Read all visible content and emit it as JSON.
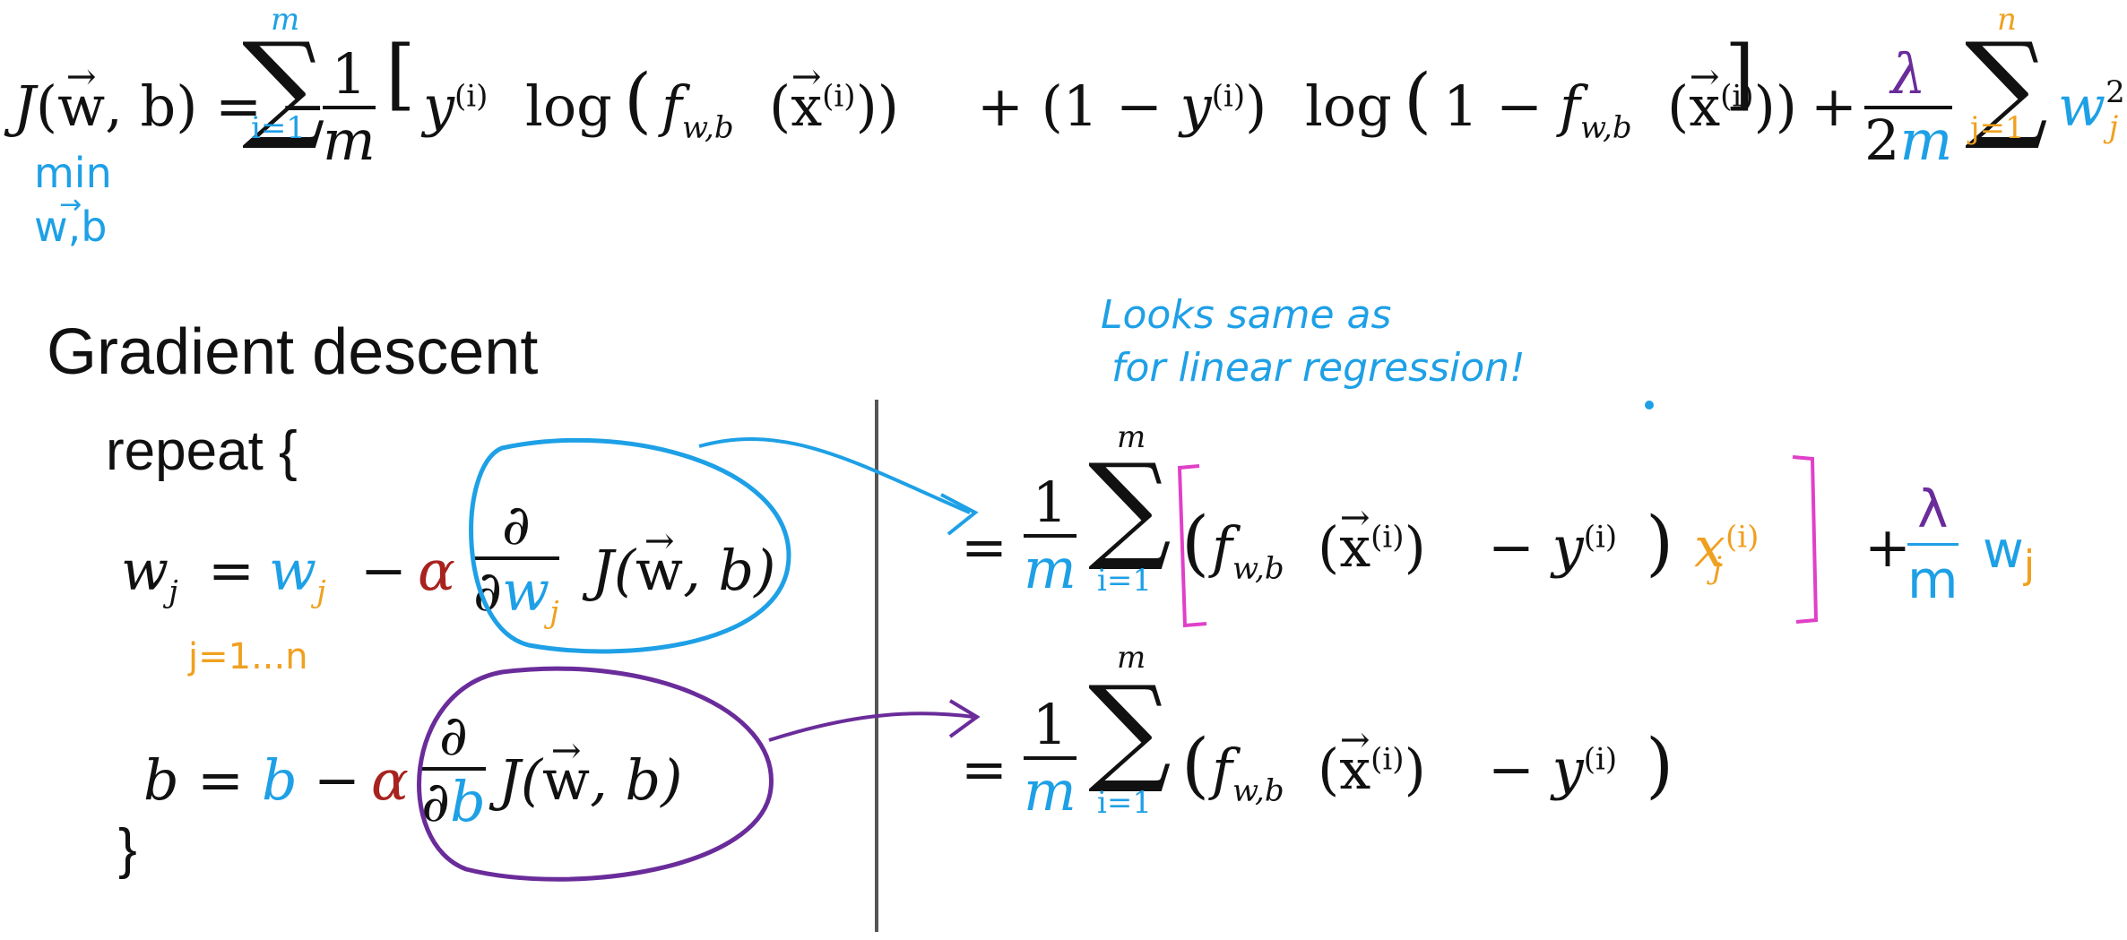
{
  "cost": {
    "lhs_J": "J",
    "lhs_args_open": "(",
    "lhs_w": "w",
    "lhs_args_rest": ", b) = −",
    "frac_num": "1",
    "frac_den": "m",
    "sum_top": "m",
    "sum_bottom": "i=1",
    "term_y": "y",
    "sup_i": "(i)",
    "log": "log",
    "f": "f",
    "f_sub": "w,b",
    "x": "x",
    "plus_one_minus": "+ (1 − ",
    "one_minus_f": "1 − ",
    "reg_frac_num": "λ",
    "reg_frac_den_2": "2",
    "reg_frac_den_m": "m",
    "reg_sum_top": "n",
    "reg_sum_bottom": "j=1",
    "reg_w": "w",
    "reg_w_sub": "j",
    "reg_w_sup": "2",
    "plus": "+"
  },
  "annotation_min": {
    "line1": "min",
    "line2": "w,b"
  },
  "gd_title": "Gradient descent",
  "repeat_open": "repeat {",
  "repeat_close": "}",
  "w_update": {
    "lhs": "w",
    "lhs_sub": "j",
    "eq": "=",
    "w": "w",
    "w_sub": "j",
    "minus": "−",
    "alpha": "α",
    "partial_num": "∂",
    "partial_den_d": "∂",
    "partial_den_w": "w",
    "partial_den_sub": "j",
    "J": "J(",
    "J_w": "w",
    "J_rest": ", b)",
    "range_note": "j=1...n"
  },
  "b_update": {
    "lhs": "b",
    "eq": "=",
    "b": "b",
    "minus": "−",
    "alpha": "α",
    "partial_num": "∂",
    "partial_den_d": "∂",
    "partial_den_b": "b",
    "J": "J(",
    "J_w": "w",
    "J_rest": ", b)"
  },
  "note": {
    "line1": "Looks same as",
    "line2": "for linear regression!"
  },
  "w_grad": {
    "eq": "=",
    "frac_num": "1",
    "frac_den": "m",
    "sum_top": "m",
    "sum_bottom": "i=1",
    "f": "f",
    "f_sub": "w,b",
    "x": "x",
    "sup_i": "(i)",
    "minus_y": "− y",
    "xj": "x",
    "xj_sub": "j",
    "reg_plus": "+",
    "reg_num": "λ",
    "reg_den": "m",
    "reg_w": "w",
    "reg_w_sub": "j"
  },
  "b_grad": {
    "eq": "=",
    "frac_num": "1",
    "frac_den": "m",
    "sum_top": "m",
    "sum_bottom": "i=1",
    "f": "f",
    "f_sub": "w,b",
    "x": "x",
    "sup_i": "(i)",
    "minus_y": "− y"
  },
  "colors": {
    "blue": "#1ea0e6",
    "orange": "#f0a020",
    "red": "#a8231f",
    "purple": "#6a2c9a",
    "magenta": "#e040c8",
    "divider": "#555555"
  }
}
